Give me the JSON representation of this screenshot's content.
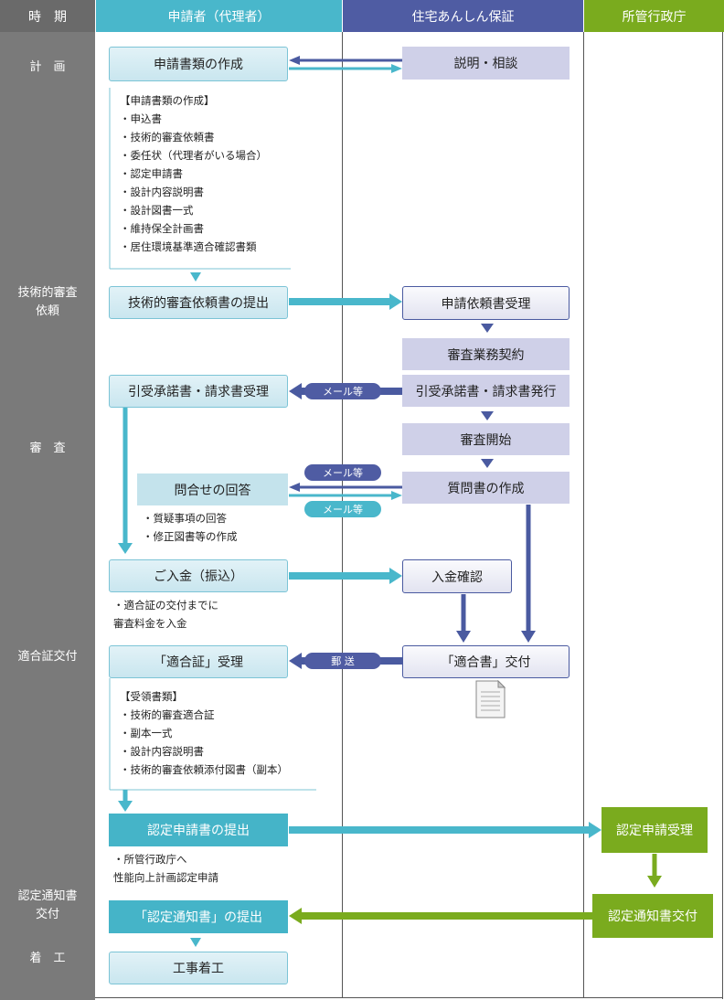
{
  "headers": {
    "period": "時　期",
    "applicant": "申請者（代理者）",
    "hyoka": "住宅あんしん保証",
    "gov": "所管行政庁"
  },
  "phases": {
    "plan": "計　画",
    "review_req": "技術的審査\n依頼",
    "review": "審　査",
    "cert_issue": "適合証交付",
    "notice": "認定通知書\n交付",
    "start": "着　工"
  },
  "boxes": {
    "create_docs": "申請書類の作成",
    "consult": "説明・相談",
    "submit_request": "技術的審査依頼書の提出",
    "receive_request": "申請依頼書受理",
    "contract": "審査業務契約",
    "accept_invoice": "引受承諾書・請求書受理",
    "issue_invoice": "引受承諾書・請求書発行",
    "review_start": "審査開始",
    "answer": "問合せの回答",
    "question": "質問書の作成",
    "payment": "ご入金（振込）",
    "payment_confirm": "入金確認",
    "cert_receive": "「適合証」受理",
    "cert_issue": "「適合書」交付",
    "submit_app": "認定申請書の提出",
    "gov_receive": "認定申請受理",
    "gov_issue": "認定通知書交付",
    "submit_notice": "「認定通知書」の提出",
    "start_work": "工事着工"
  },
  "pills": {
    "mail1": "メール等",
    "mail2": "メール等",
    "mail3": "メール等",
    "post": "郵 送"
  },
  "notes": {
    "docs": "【申請書類の作成】\n・申込書\n・技術的審査依頼書\n・委任状（代理者がいる場合）\n・認定申請書\n・設計内容説明書\n・設計図書一式\n・維持保全計画書\n・居住環境基準適合確認書類",
    "answer": "・質疑事項の回答\n・修正図書等の作成",
    "payment": "・適合証の交付までに\n審査料金を入金",
    "received": "【受領書類】\n・技術的審査適合証\n・副本一式\n・設計内容説明書\n・技術的審査依頼添付図書（副本）",
    "gov": "・所管行政庁へ\n性能向上計画認定申請"
  },
  "colors": {
    "period": "#7a7a7a",
    "applicant": "#49b7cb",
    "hyoka": "#4f5ca3",
    "gov": "#7aab1e",
    "arrow_cyan": "#49b7cb",
    "arrow_blue": "#4a5aa0",
    "arrow_green": "#7aab1e"
  }
}
